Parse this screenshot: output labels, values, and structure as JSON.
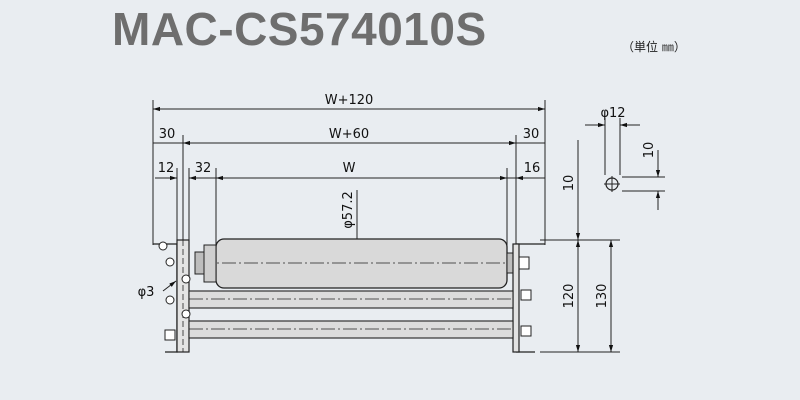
{
  "title": "MAC-CS574010S",
  "unit_note": "（単位 ㎜）",
  "dimensions": {
    "overall_width": "W+120",
    "frame_width": "W+60",
    "roller_width": "W",
    "left_offset": "30",
    "right_offset": "30",
    "left_gap": "12",
    "left_bracket": "32",
    "right_gap": "16",
    "roller_diameter": "φ57.2",
    "axle_diameter": "φ3",
    "top_clearance": "10",
    "height_inner": "120",
    "height_outer": "130",
    "detail_diameter": "φ12",
    "detail_height": "10"
  },
  "colors": {
    "background": "#e9edf1",
    "line": "#222222",
    "roller_fill": "#d9d9d9",
    "title": "#6e6e6e"
  }
}
